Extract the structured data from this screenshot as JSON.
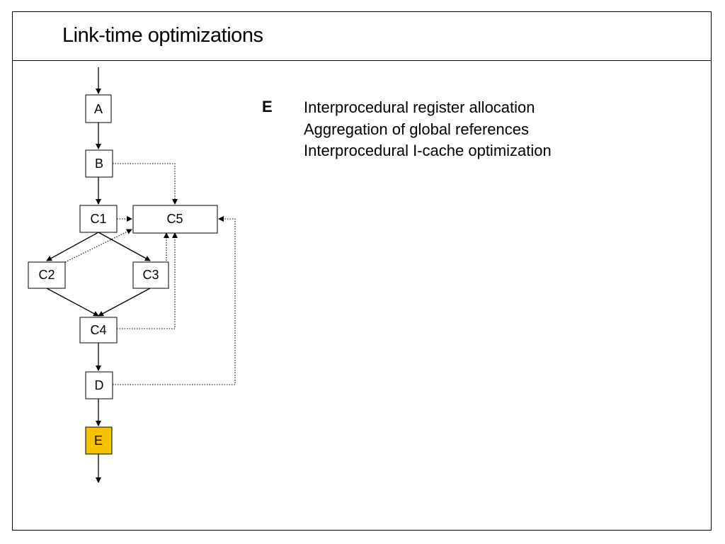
{
  "slide": {
    "title": "Link-time optimizations"
  },
  "diagram": {
    "nodes": [
      {
        "id": "A",
        "label": "A",
        "highlighted": false
      },
      {
        "id": "B",
        "label": "B",
        "highlighted": false
      },
      {
        "id": "C1",
        "label": "C1",
        "highlighted": false
      },
      {
        "id": "C5",
        "label": "C5",
        "highlighted": false
      },
      {
        "id": "C2",
        "label": "C2",
        "highlighted": false
      },
      {
        "id": "C3",
        "label": "C3",
        "highlighted": false
      },
      {
        "id": "C4",
        "label": "C4",
        "highlighted": false
      },
      {
        "id": "D",
        "label": "D",
        "highlighted": false
      },
      {
        "id": "E",
        "label": "E",
        "highlighted": true
      }
    ],
    "edges": [
      {
        "from": "entry",
        "to": "A",
        "style": "solid"
      },
      {
        "from": "A",
        "to": "B",
        "style": "solid"
      },
      {
        "from": "B",
        "to": "C1",
        "style": "solid"
      },
      {
        "from": "C1",
        "to": "C2",
        "style": "solid"
      },
      {
        "from": "C1",
        "to": "C3",
        "style": "solid"
      },
      {
        "from": "C2",
        "to": "C4",
        "style": "solid"
      },
      {
        "from": "C3",
        "to": "C4",
        "style": "solid"
      },
      {
        "from": "C4",
        "to": "D",
        "style": "solid"
      },
      {
        "from": "D",
        "to": "E",
        "style": "solid"
      },
      {
        "from": "E",
        "to": "exit",
        "style": "solid"
      },
      {
        "from": "B",
        "to": "C5",
        "style": "dotted"
      },
      {
        "from": "C1",
        "to": "C5",
        "style": "dotted"
      },
      {
        "from": "C2",
        "to": "C5",
        "style": "dotted"
      },
      {
        "from": "C3",
        "to": "C5",
        "style": "dotted"
      },
      {
        "from": "C4",
        "to": "C5",
        "style": "dotted"
      },
      {
        "from": "D",
        "to": "C5",
        "style": "dotted"
      }
    ],
    "colors": {
      "highlight": "#f5c400",
      "node_fill": "#ffffff",
      "stroke": "#000000"
    }
  },
  "optimizations": {
    "key": "E",
    "items": [
      "Interprocedural register allocation",
      "Aggregation of global references",
      "Interprocedural I-cache optimization"
    ]
  }
}
